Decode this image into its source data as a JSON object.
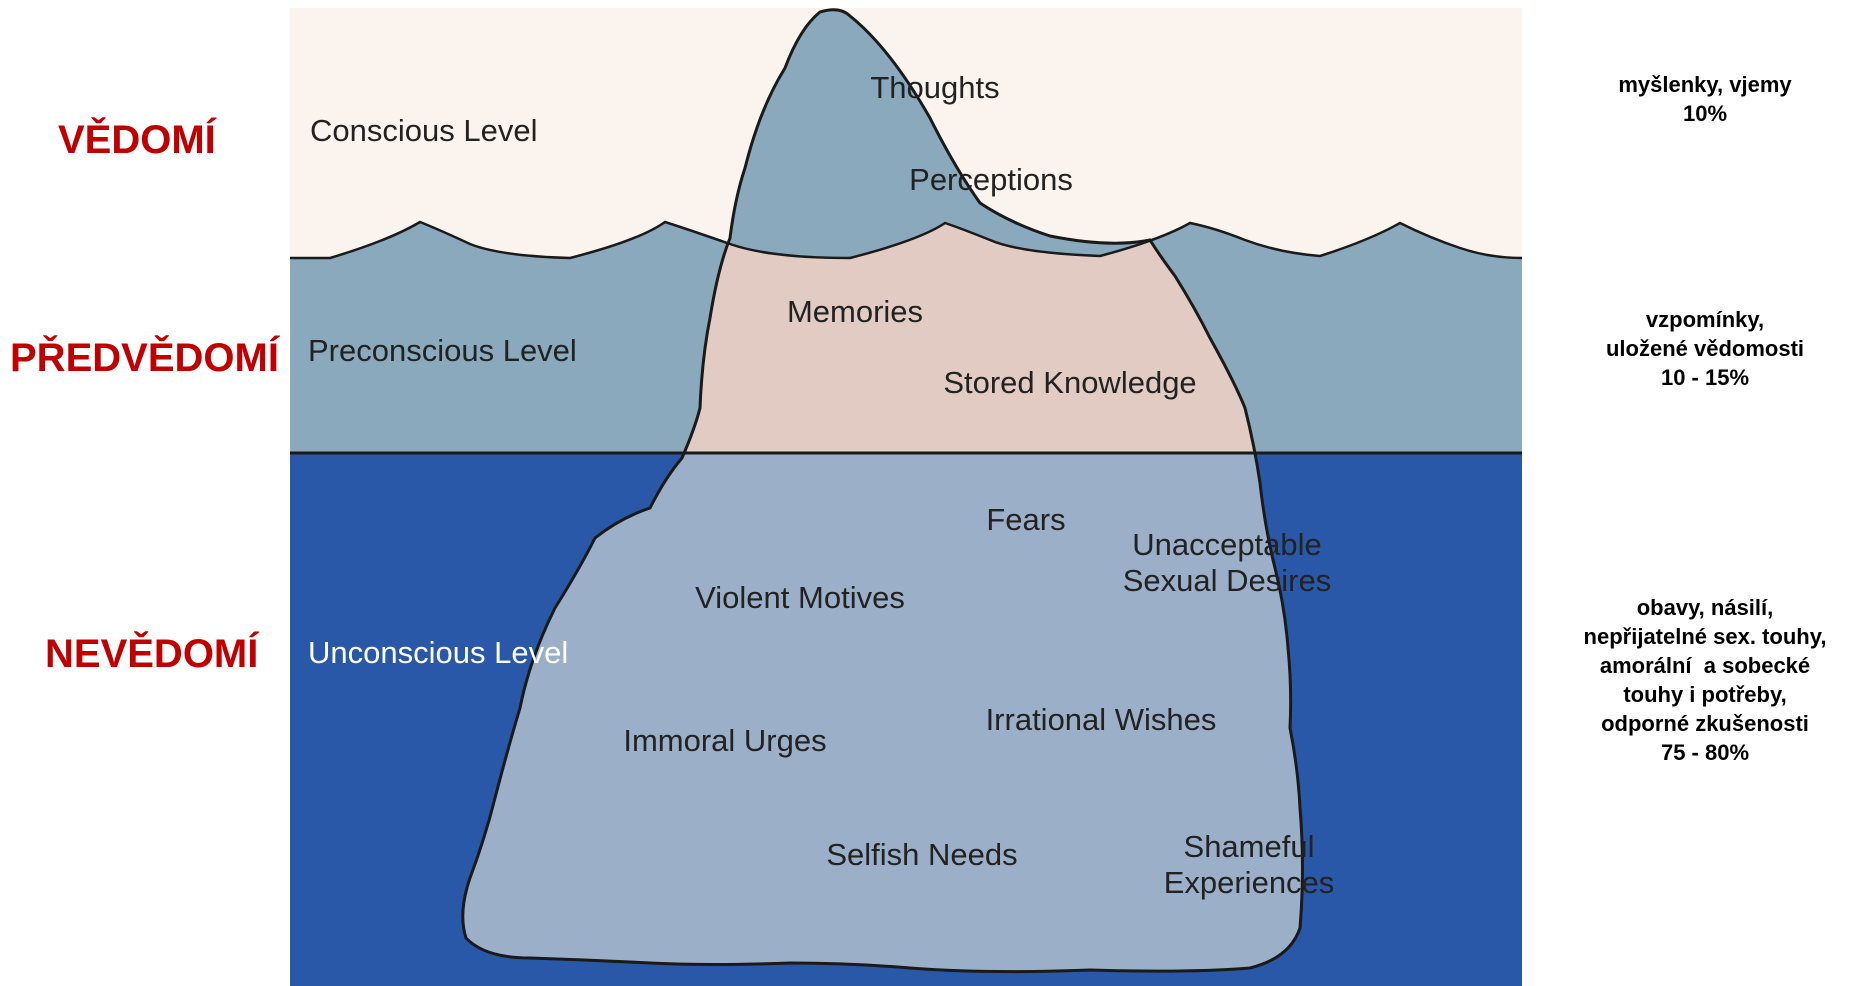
{
  "czech_levels": {
    "conscious": "VĚDOMÍ",
    "preconscious": "PŘEDVĚDOMÍ",
    "unconscious": "NEVĚDOMÍ"
  },
  "side_notes": {
    "conscious": [
      "myšlenky, vjemy",
      "10%"
    ],
    "preconscious": [
      "vzpomínky,",
      "uložené vědomosti",
      "10 - 15%"
    ],
    "unconscious": [
      "obavy, násilí,",
      "nepřijatelné sex. touhy,",
      "amorální  a sobecké",
      "touhy i potřeby,",
      "odporné zkušenosti",
      "75 - 80%"
    ]
  },
  "diagram": {
    "level_labels": {
      "conscious": "Conscious Level",
      "preconscious": "Preconscious Level",
      "unconscious": "Unconscious Level"
    },
    "conscious_items": [
      "Thoughts",
      "Perceptions"
    ],
    "preconscious_items": [
      "Memories",
      "Stored Knowledge"
    ],
    "unconscious_items": [
      "Fears",
      "Unacceptable",
      "Sexual Desires",
      "Violent Motives",
      "Irrational Wishes",
      "Immoral Urges",
      "Selfish Needs",
      "Shameful",
      "Experiences"
    ]
  },
  "colors": {
    "sky": "#fbf4ee",
    "preconscious_water": "#8aa9bd",
    "deep_water": "#2a58a8",
    "iceberg_top": "#8aa9bd",
    "iceberg_middle": "#e2cbc3",
    "iceberg_bottom": "#9bb0c8",
    "czech_label": "#c00000"
  }
}
